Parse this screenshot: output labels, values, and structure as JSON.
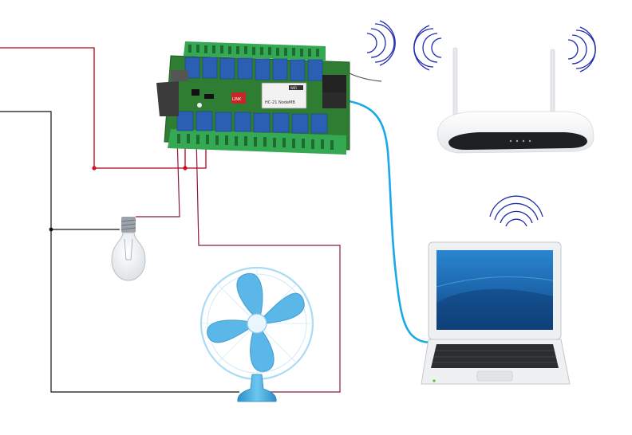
{
  "diagram": {
    "board": {
      "module_label": "WiFi",
      "module_text": "HC-21 NodeMB",
      "chip_label": "LINK"
    },
    "colors": {
      "live_wire": "#b3001b",
      "neutral_wire": "#111111",
      "load_wire": "#8a1a3a",
      "ethernet_cable": "#19a9e6",
      "pcb_green": "#2e7d32",
      "terminal_green": "#34a853",
      "relay_blue": "#2b5fb3",
      "wifi_blue": "#1f2bb0",
      "fan_blue": "#5bb7e8",
      "screen_blue": "#1b63a8"
    },
    "icons": {
      "router": "wifi-router-icon",
      "laptop": "laptop-icon",
      "bulb": "light-bulb-icon",
      "fan": "electric-fan-icon",
      "signal": "wifi-signal-icon"
    }
  }
}
